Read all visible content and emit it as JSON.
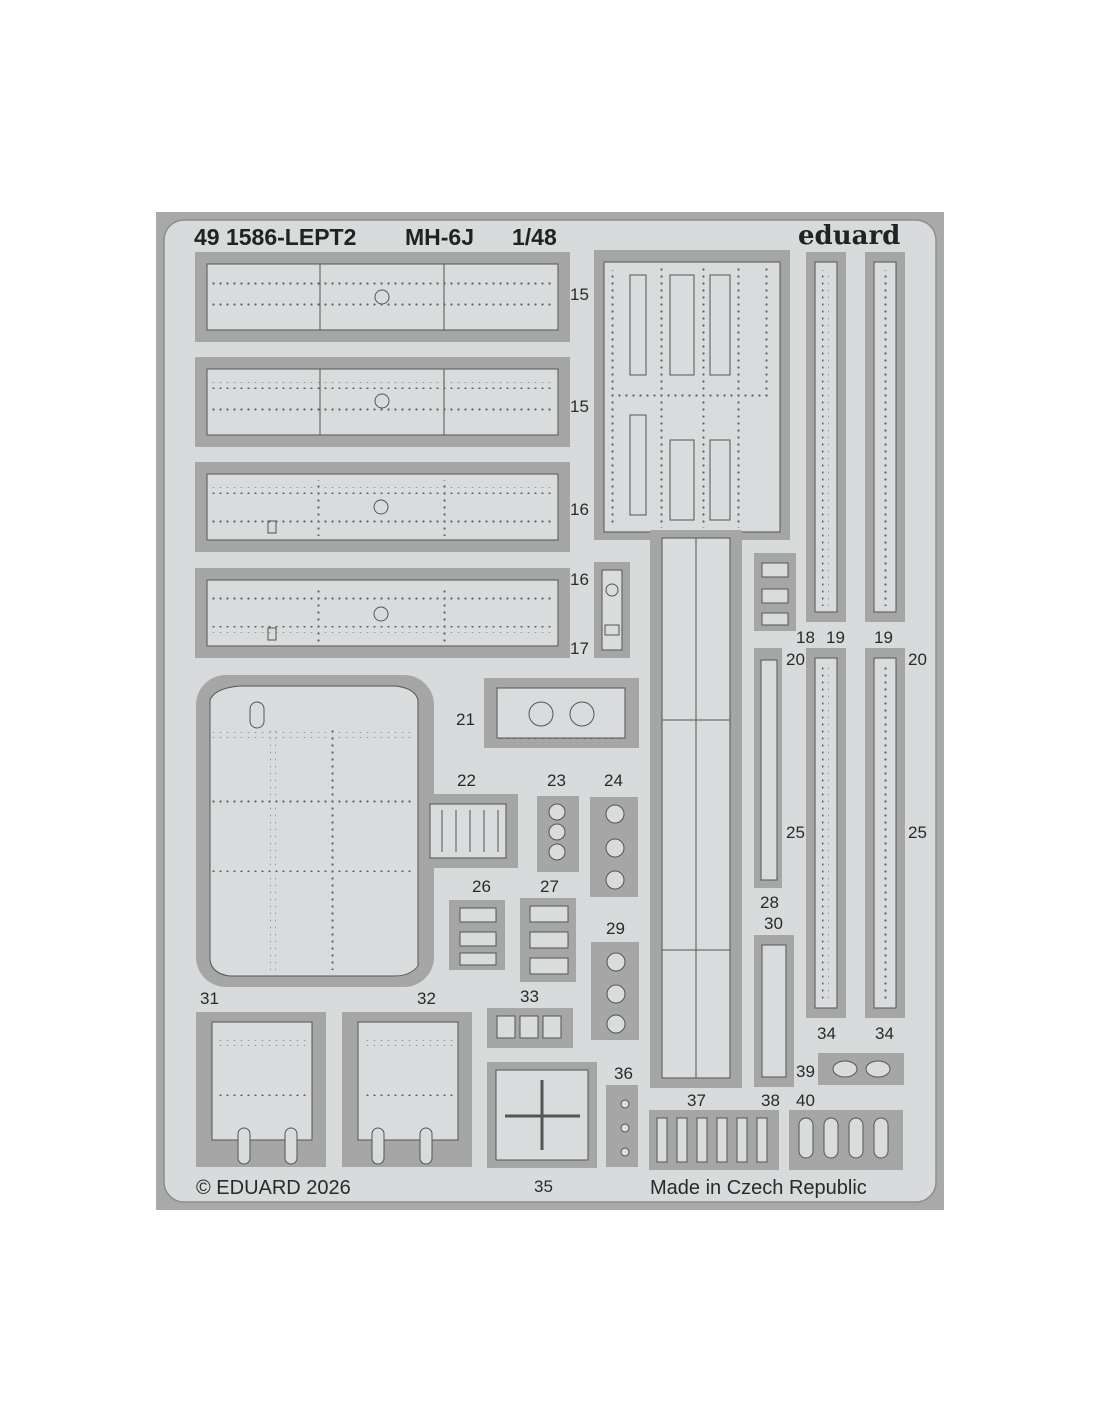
{
  "sheet": {
    "header": {
      "code": "49 1586-LEPT2",
      "model": "MH-6J",
      "scale": "1/48",
      "brand": "eduard"
    },
    "footer": {
      "copyright": "© EDUARD 2026",
      "origin": "Made in Czech Republic"
    },
    "labels": {
      "l15a": "15",
      "l15b": "15",
      "l16a": "16",
      "l16b": "16",
      "l17": "17",
      "l18": "18",
      "l19a": "19",
      "l19b": "19",
      "l20a": "20",
      "l20b": "20",
      "l21": "21",
      "l22": "22",
      "l23": "23",
      "l24": "24",
      "l25a": "25",
      "l25b": "25",
      "l26": "26",
      "l27": "27",
      "l28": "28",
      "l29": "29",
      "l30": "30",
      "l31": "31",
      "l32": "32",
      "l33": "33",
      "l34a": "34",
      "l34b": "34",
      "l35": "35",
      "l36": "36",
      "l37": "37",
      "l38": "38",
      "l39": "39",
      "l40": "40"
    },
    "colors": {
      "page": "#ffffff",
      "fret_outer": "#a9a9a9",
      "fret_fill": "#d7dbdb",
      "part_frame": "#a6a6a6",
      "part_fill": "#d8dcdc",
      "line": "#555555",
      "rivet": "#5e5e5e"
    }
  }
}
